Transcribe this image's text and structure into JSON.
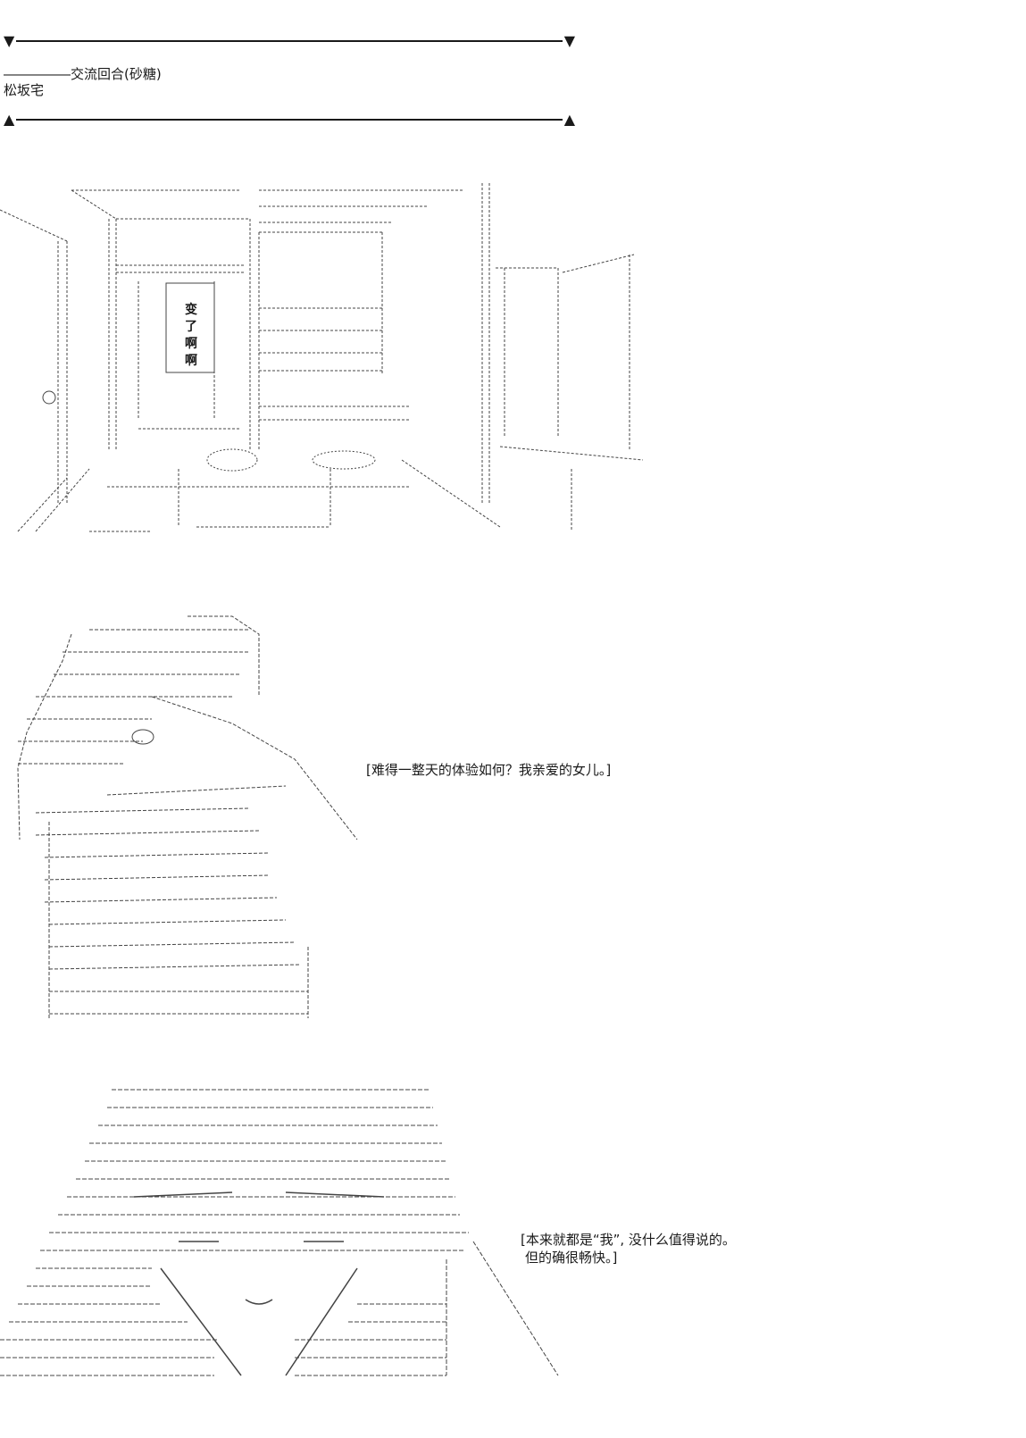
{
  "header": {
    "divider_top_left": "▼",
    "divider_top_right": "▼",
    "scene_line": "―――――交流回合(砂糖)",
    "location": "松坂宅",
    "divider_bottom_left": "▲",
    "divider_bottom_right": "▲"
  },
  "panel1": {
    "sign_chars": [
      "变",
      "了",
      "啊",
      "啊"
    ]
  },
  "panel2": {
    "dialogue": "[难得一整天的体验如何？我亲爱的女儿。]"
  },
  "panel3": {
    "dialogue_line1": "[本来就都是“我”, 没什么值得说的。",
    "dialogue_line2": "但的确很畅快。]"
  }
}
